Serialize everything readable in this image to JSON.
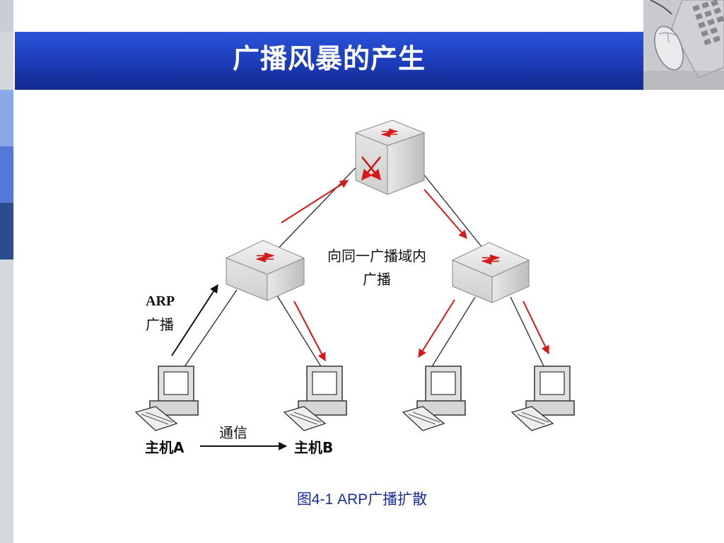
{
  "slide": {
    "title": "广播风暴的产生",
    "caption": "图4-1  ARP广播扩散"
  },
  "diagram": {
    "center_label_line1": "向同一广播域内",
    "center_label_line2": "广播",
    "arp_label_line1": "ARP",
    "arp_label_line2": "广播",
    "comm_label": "通信",
    "host_a_label": "主机A",
    "host_b_label": "主机B"
  },
  "colors": {
    "title_bar": "#1c3bb8",
    "caption_text": "#1a2f9c",
    "arrow_red": "#d81818",
    "device_face": "#e6e6e6"
  }
}
